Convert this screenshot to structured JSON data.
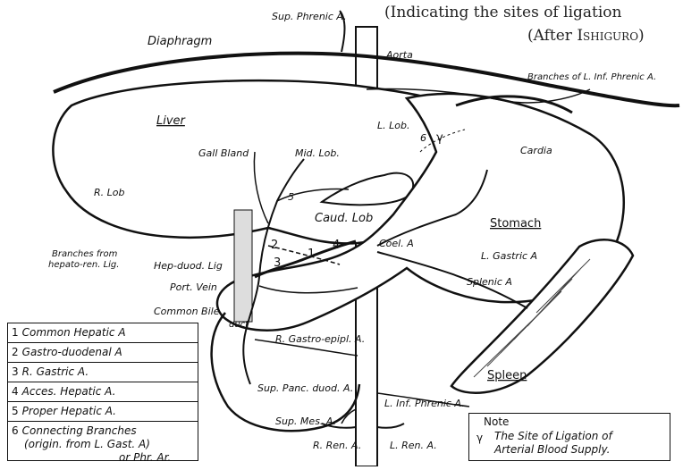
{
  "caption": {
    "line1": "(Indicating the sites of ligation",
    "line2_prefix": "(After",
    "line2_name": "Ishiguro",
    "line2_suffix": ")"
  },
  "labels": {
    "sup_phrenic": "Sup. Phrenic A.",
    "diaphragm": "Diaphragm",
    "aorta": "Aorta",
    "branches_l_inf_phrenic": "Branches of L. Inf. Phrenic A.",
    "liver": "Liver",
    "l_lob": "L. Lob.",
    "gall_bland": "Gall Bland",
    "mid_lob": "Mid. Lob.",
    "cardia": "Cardia",
    "r_lob": "R. Lob",
    "caud_lob": "Caud. Lob",
    "stomach": "Stomach",
    "branches_hepato_ren_1": "Branches from",
    "branches_hepato_ren_2": "hepato-ren. Lig.",
    "hep_duod_lig": "Hep-duod. Lig",
    "port_vein": "Port. Vein",
    "common_bile": "Common Bile",
    "duct": "duct",
    "coel_a": "Coel. A",
    "l_gastric_a": "L. Gastric A",
    "splenic_a": "Splenic A",
    "r_gastro_epipl_a": "R. Gastro-epipl. A.",
    "spleen": "Spleen",
    "sup_panc_duod_a": "Sup. Panc. duod. A.",
    "inf_phrenic_a": "L. Inf. Phrenic A.",
    "sup_mes_a": "Sup. Mes. A.",
    "r_ren_a": "R. Ren. A.",
    "l_ren_a": "L. Ren. A.",
    "n1": "1",
    "n2": "2",
    "n3": "3",
    "n4": "4",
    "n5": "5",
    "n6": "6"
  },
  "key": {
    "items": [
      {
        "num": "1",
        "text": "Common Hepatic A"
      },
      {
        "num": "2",
        "text": "Gastro-duodenal A"
      },
      {
        "num": "3",
        "text": "R. Gastric A."
      },
      {
        "num": "4",
        "text": "Acces. Hepatic A."
      },
      {
        "num": "5",
        "text": "Proper Hepatic A."
      },
      {
        "num": "6",
        "text": "Connecting Branches"
      }
    ],
    "item6_line2": "(origin. from L. Gast. A)",
    "item6_line3": "or Phr. Ar."
  },
  "note": {
    "title": "Note",
    "symbol": "γ",
    "line1": "The Site of Ligation of",
    "line2": "Arterial Blood Supply."
  }
}
